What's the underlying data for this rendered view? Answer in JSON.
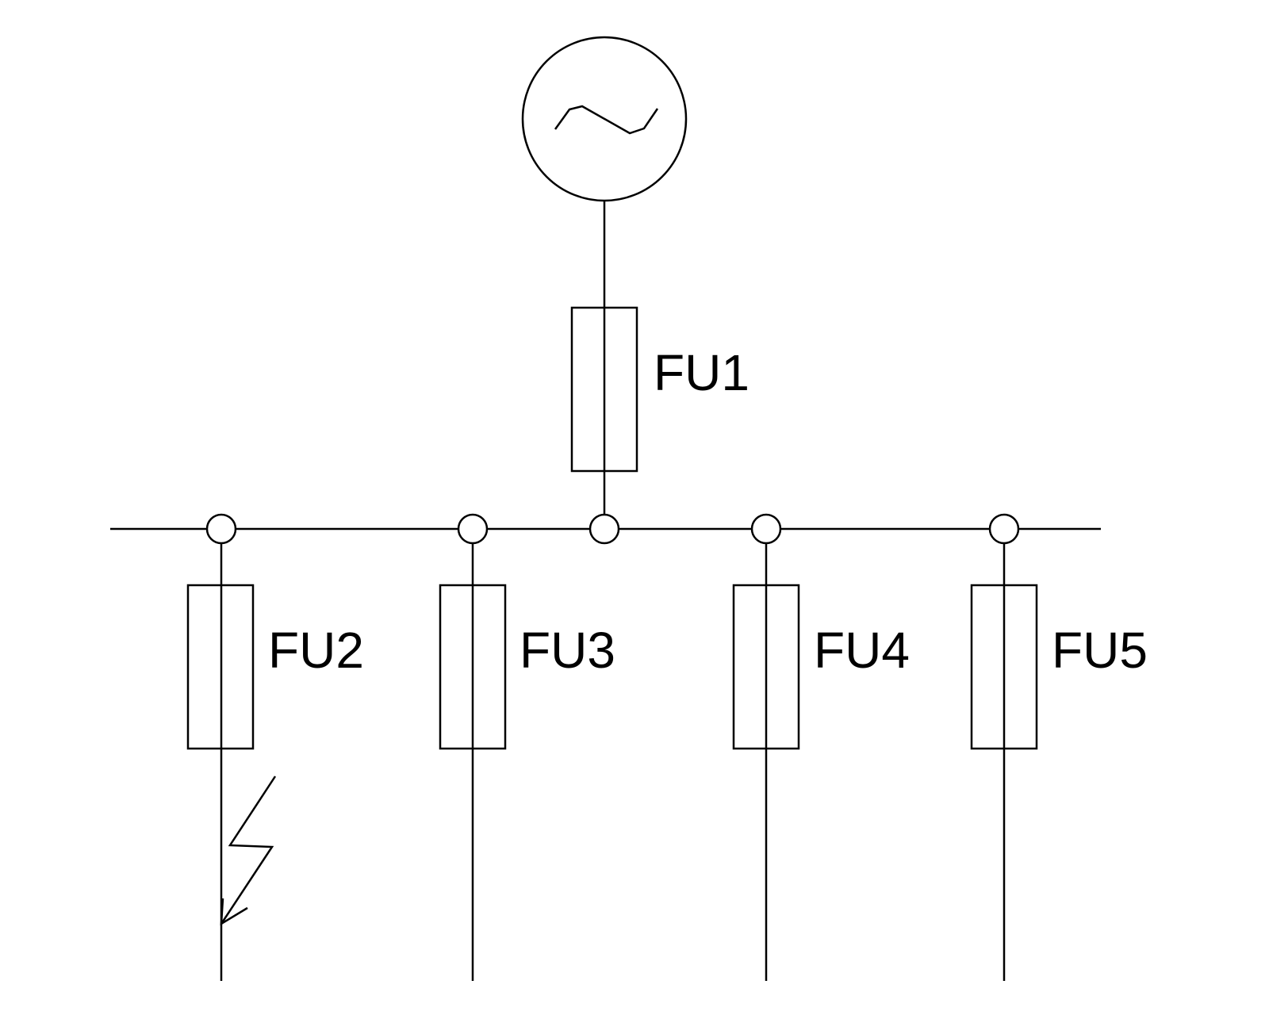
{
  "fuses": {
    "fu1": "FU1",
    "fu2": "FU2",
    "fu3": "FU3",
    "fu4": "FU4",
    "fu5": "FU5"
  },
  "source_icon": "ac-source-icon",
  "fault_icon": "lightning-fault-icon"
}
